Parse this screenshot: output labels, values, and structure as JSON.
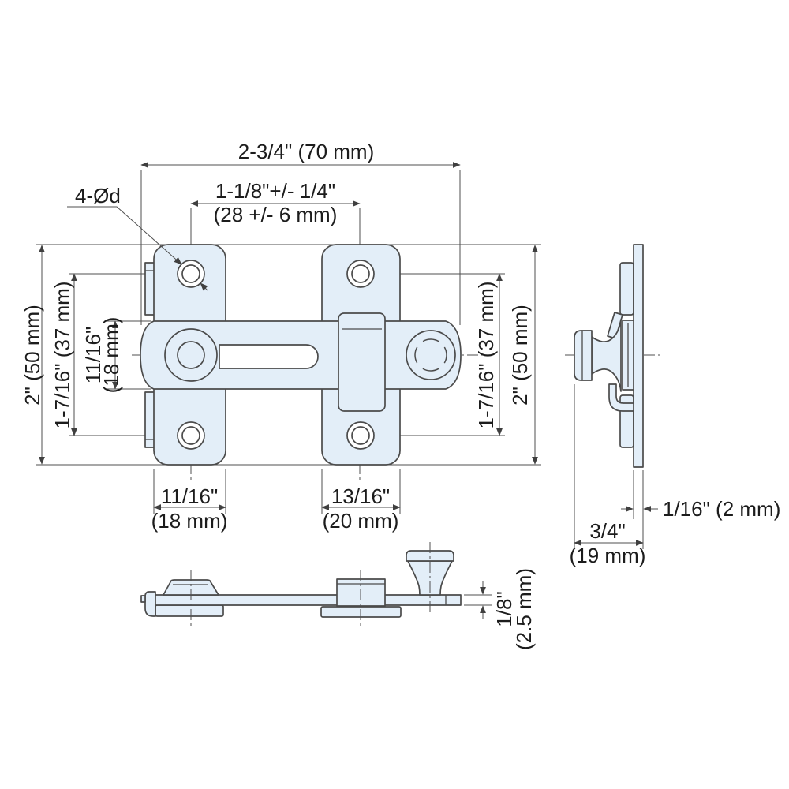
{
  "drawing": {
    "type": "technical-drawing",
    "subject": "bar latch hardware, three orthographic views with dimensions"
  },
  "colors": {
    "part-fill": "#e3eef8",
    "outline": "#4b4b4b",
    "dim": "#4f4f4f",
    "ink": "#1c1c1c"
  },
  "dimensions": {
    "overall_width": "2-3/4\" (70 mm)",
    "hole_span_line1": "1-1/8\"+/- 1/4\"",
    "hole_span_line2": "(28 +/- 6 mm)",
    "hole_callout": "4-Ød",
    "height_left": "2\" (50 mm)",
    "hole_spacing_left": "1-7/16\" (37 mm)",
    "bar_width_line1": "11/16\"",
    "bar_width_line2": "(18 mm)",
    "hole_spacing_right": "1-7/16\" (37 mm)",
    "height_right": "2\" (50 mm)",
    "left_plate_width_line1": "11/16\"",
    "left_plate_width_line2": "(18 mm)",
    "right_plate_width_line1": "13/16\"",
    "right_plate_width_line2": "(20 mm)",
    "plate_thickness": "1/16\" (2 mm)",
    "side_depth_line1": "3/4\"",
    "side_depth_line2": "(19 mm)",
    "bar_thickness_line1": "1/8\"",
    "bar_thickness_line2": "(2.5 mm)"
  }
}
